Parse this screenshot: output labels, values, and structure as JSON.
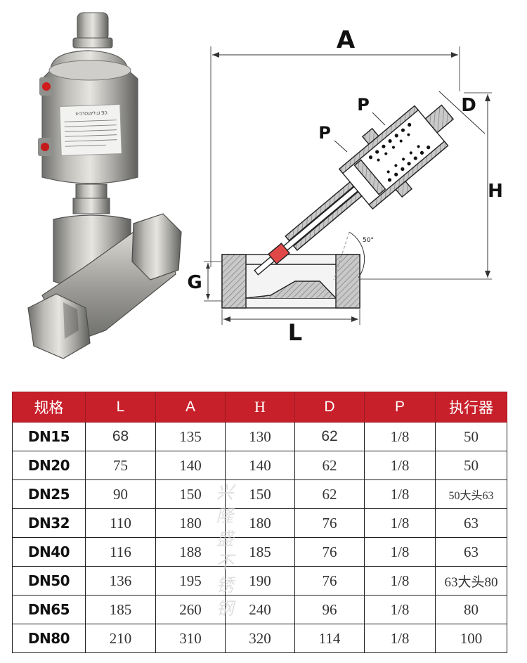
{
  "drawing": {
    "labels": {
      "A": "A",
      "H": "H",
      "L": "L",
      "G": "G",
      "D": "D",
      "P1": "P",
      "P2": "P",
      "angle": "50°"
    }
  },
  "nameplate_text": "CE IT-LATOLC-II",
  "table": {
    "headers": [
      "规格",
      "L",
      "A",
      "H",
      "D",
      "P",
      "执行器"
    ],
    "rows": [
      [
        "DN15",
        "68",
        "135",
        "130",
        "62",
        "1/8",
        "50"
      ],
      [
        "DN20",
        "75",
        "140",
        "140",
        "62",
        "1/8",
        "50"
      ],
      [
        "DN25",
        "90",
        "150",
        "150",
        "62",
        "1/8",
        "50大头63"
      ],
      [
        "DN32",
        "110",
        "180",
        "180",
        "76",
        "1/8",
        "63"
      ],
      [
        "DN40",
        "116",
        "188",
        "185",
        "76",
        "1/8",
        "63"
      ],
      [
        "DN50",
        "136",
        "195",
        "190",
        "76",
        "1/8",
        "63大头80"
      ],
      [
        "DN65",
        "185",
        "260",
        "240",
        "96",
        "1/8",
        "80"
      ],
      [
        "DN80",
        "210",
        "310",
        "320",
        "114",
        "1/8",
        "100"
      ]
    ]
  },
  "watermark": [
    "兴",
    "隆",
    "盛",
    "不",
    "锈",
    "钢"
  ],
  "colors": {
    "header_bg": "#c8202b",
    "header_text": "#ffffff",
    "dim_line": "#222222",
    "section_hatch": "#9a9a9a"
  }
}
